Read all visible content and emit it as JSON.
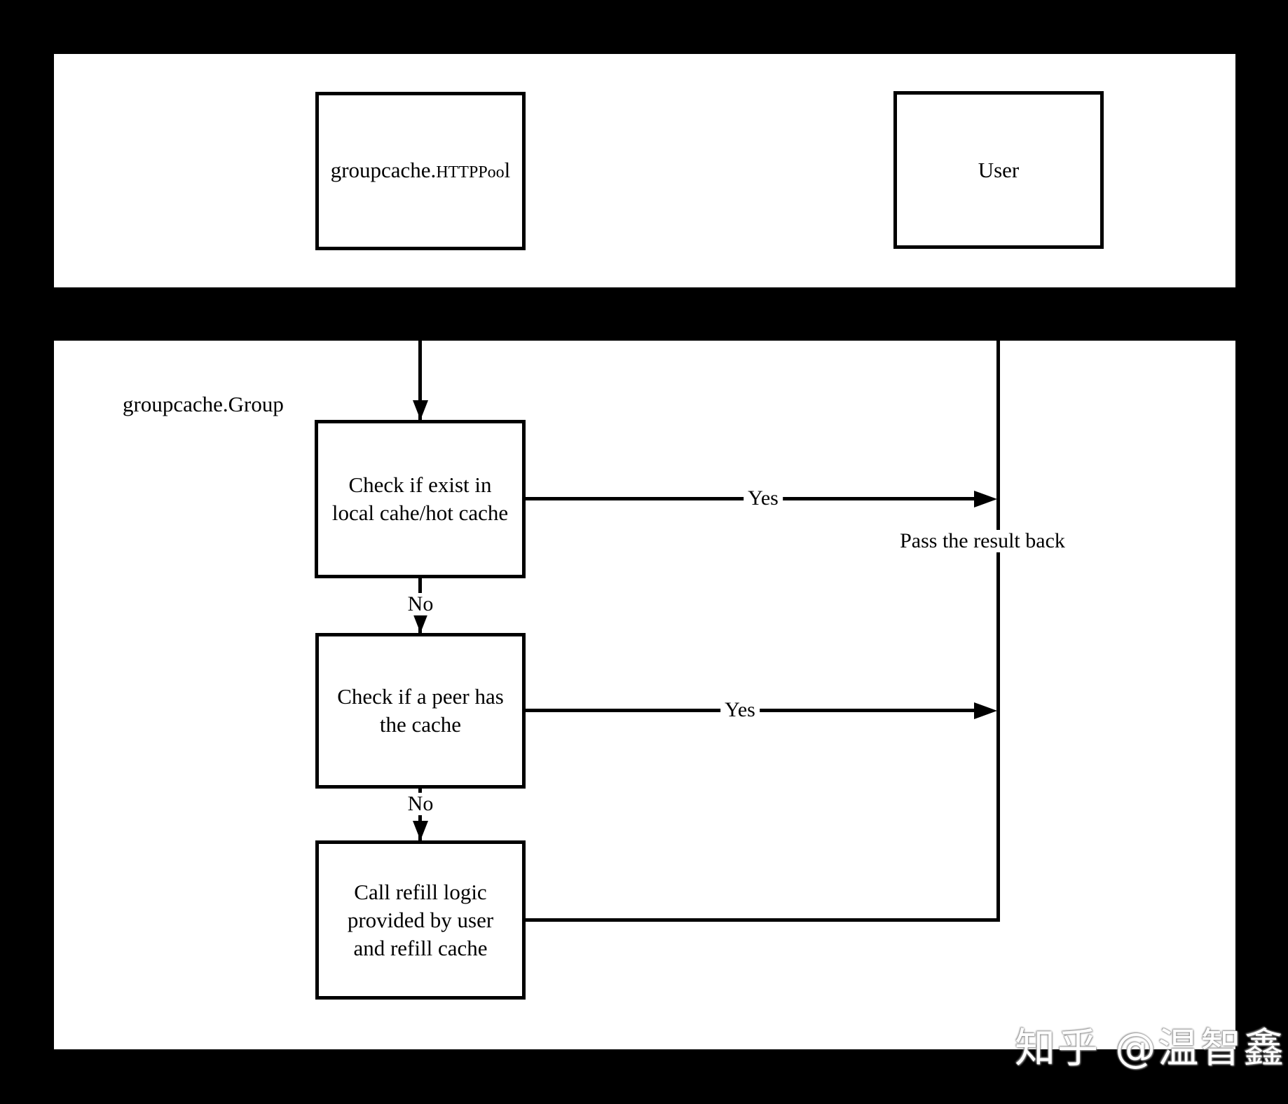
{
  "colors": {
    "background": "#000000",
    "panel": "#ffffff",
    "line": "#000000",
    "text": "#000000",
    "watermark_fill": "#ffffff",
    "watermark_halo": "#999999"
  },
  "top_panel": {
    "httppool_box": {
      "prefix": "groupcache.",
      "caps": "HTTPPoo",
      "tail": "l"
    },
    "user_box": {
      "label": "User"
    }
  },
  "bottom_panel": {
    "group_label": "groupcache.Group",
    "check_local_box": {
      "line1": "Check if exist in",
      "line2": "local cahe/hot cache"
    },
    "check_peer_box": {
      "line1": "Check if a peer has",
      "line2": "the cache"
    },
    "refill_box": {
      "line1": "Call refill logic",
      "line2": "provided by user",
      "line3": "and refill cache"
    },
    "edge_labels": {
      "yes_local": "Yes",
      "yes_peer": "Yes",
      "no_local": "No",
      "no_peer": "No",
      "pass_back": "Pass the result back"
    }
  },
  "watermark": {
    "text": "知乎 @温智鑫"
  }
}
